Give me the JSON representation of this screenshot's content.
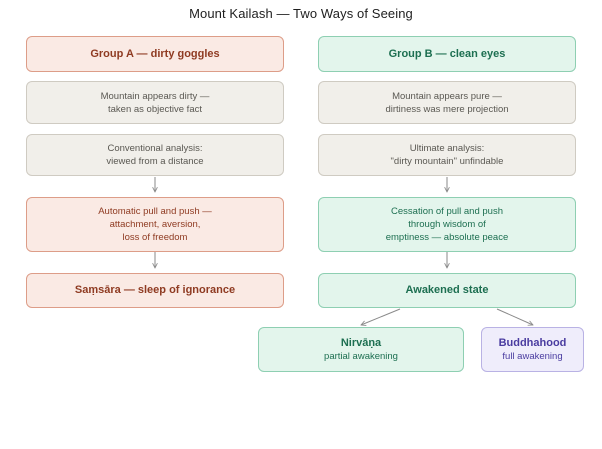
{
  "title": "Mount Kailash — Two Ways of Seeing",
  "group_a": {
    "header": "Group A — dirty goggles",
    "appearance": [
      "Mountain appears dirty —",
      "taken as objective fact"
    ],
    "analysis": [
      "Conventional analysis:",
      "viewed from a distance"
    ],
    "reaction": [
      "Automatic pull and push —",
      "attachment, aversion,",
      "loss of freedom"
    ],
    "outcome": "Saṃsāra — sleep of ignorance"
  },
  "group_b": {
    "header": "Group B — clean eyes",
    "appearance": [
      "Mountain appears pure —",
      "dirtiness was mere projection"
    ],
    "analysis": [
      "Ultimate analysis:",
      "\"dirty mountain\" unfindable"
    ],
    "reaction": [
      "Cessation of pull and push",
      "through wisdom of",
      "emptiness — absolute peace"
    ],
    "outcome": "Awakened state",
    "nirvana": {
      "title": "Nirvāṇa",
      "subtitle": "partial awakening"
    },
    "buddhahood": {
      "title": "Buddhahood",
      "subtitle": "full awakening"
    }
  },
  "colors": {
    "group_a_fill": "#faeae4",
    "group_a_stroke": "#dd9d88",
    "group_a_text": "#8f3b22",
    "neutral_fill": "#f1efea",
    "neutral_stroke": "#cfcbc2",
    "neutral_text": "#5a5852",
    "group_b_fill": "#e3f5ec",
    "group_b_stroke": "#8ecfb2",
    "group_b_text": "#1d6f51",
    "buddhahood_fill": "#efedfb",
    "buddhahood_stroke": "#b9b2e4",
    "buddhahood_text": "#4a3ca0",
    "arrow": "#8a8a8a"
  }
}
